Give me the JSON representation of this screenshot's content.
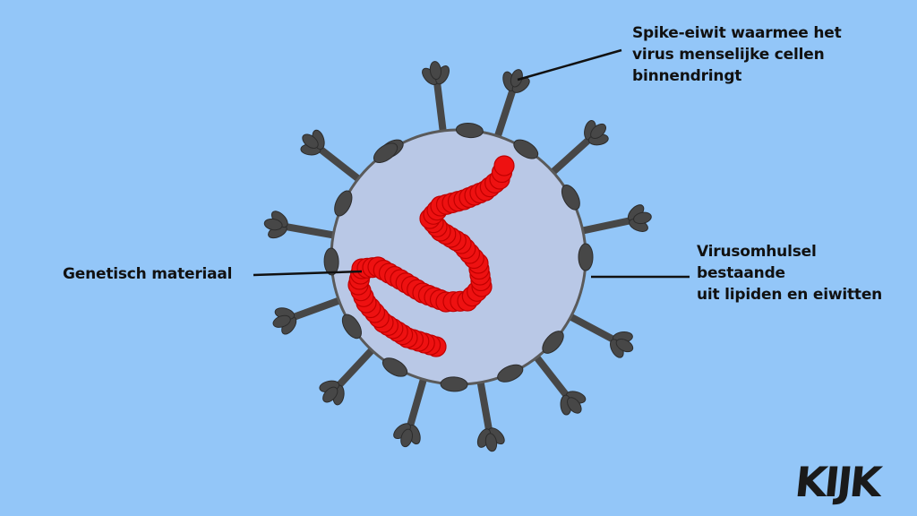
{
  "labels": {
    "spike": [
      "Spike-eiwit waarmee het",
      "virus menselijke cellen",
      "binnendringt"
    ],
    "envelope": [
      "Virusomhulsel",
      "bestaande",
      "uit lipiden en eiwitten"
    ],
    "genetic": [
      "Genetisch materiaal"
    ]
  },
  "logo": "KIJK",
  "colors": {
    "background": "#93c6f8",
    "virus_body": "#b9c8e6",
    "virus_outline": "#5a5a5a",
    "spike": "#474747",
    "rna": "#ee1111",
    "text": "#111111"
  }
}
